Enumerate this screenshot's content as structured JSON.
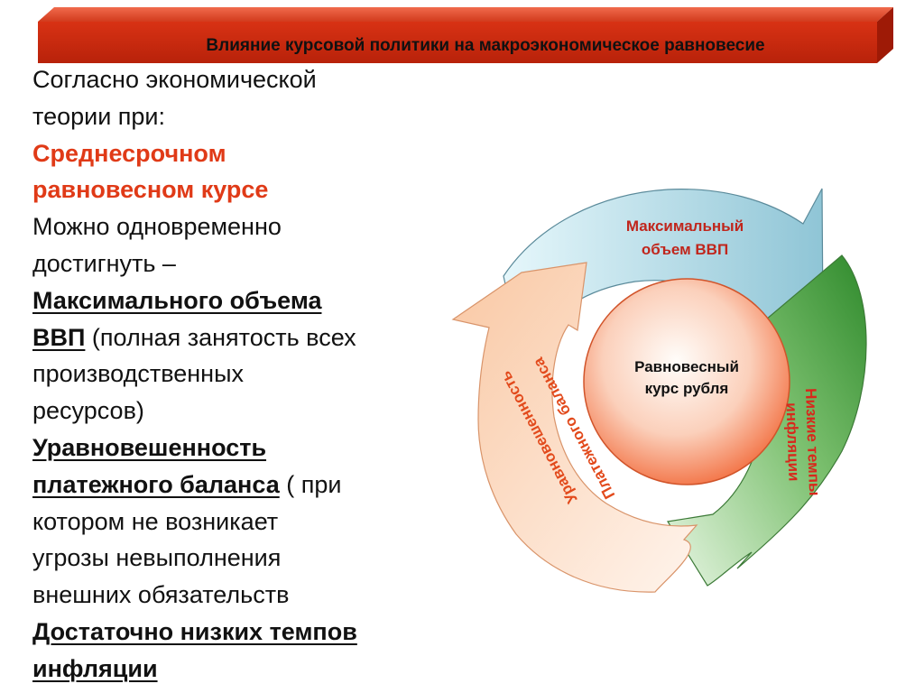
{
  "slide": {
    "title": "Влияние курсовой политики на макроэкономическое равновесие"
  },
  "text": {
    "line1": "Согласно экономической",
    "line2": "теории при:",
    "highlight1": "Среднесрочном",
    "highlight2": "равновесном курсе",
    "line5": "Можно одновременно",
    "line6": "достигнуть –",
    "goal1_a": "Максимального объема",
    "goal1_b": "ВВП",
    "goal1_desc_a": " (полная занятость всех",
    "goal1_desc_b": "производственных",
    "goal1_desc_c": "ресурсов)",
    "goal2_a": "Уравновешенность",
    "goal2_b": "платежного баланса",
    "goal2_desc_a": " ( при",
    "goal2_desc_b": "котором не возникает",
    "goal2_desc_c": "угрозы невыполнения",
    "goal2_desc_d": "внешних обязательств",
    "goal3_a": "Достаточно низких темпов",
    "goal3_b": "инфляции"
  },
  "diagram": {
    "center_line1": "Равновесный",
    "center_line2": "курс рубля",
    "top_arrow_line1": "Максимальный",
    "top_arrow_line2": "объем ВВП",
    "right_arrow_line1": "Низкие темпы",
    "right_arrow_line2": "инфляции",
    "left_arrow_line1": "Уравновешенность",
    "left_arrow_line2": "Платежного баланса",
    "colors": {
      "title_bar": "#c8290f",
      "highlight": "#e03a17",
      "center_outer": "#f26a3a",
      "arrow_blue": "#a8d8e8",
      "arrow_green": "#3f9a3a",
      "arrow_peach": "#f6c29c"
    }
  }
}
